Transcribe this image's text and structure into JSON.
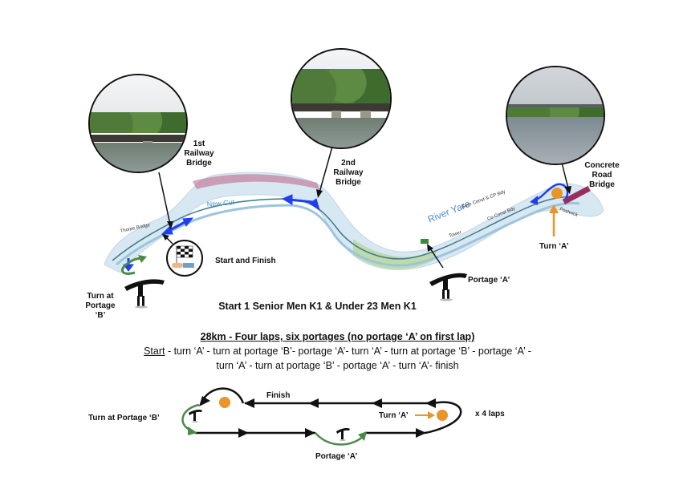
{
  "map": {
    "labels": {
      "railway1": [
        "1st",
        "Railway",
        "Bridge"
      ],
      "railway2": [
        "2nd",
        "Railway",
        "Bridge"
      ],
      "road_bridge": [
        "Concrete",
        "Road",
        "Bridge"
      ],
      "start_finish": "Start and Finish",
      "turn_a": "Turn ‘A’",
      "portage_a": "Portage ‘A’",
      "turn_portage_b": [
        "Turn at",
        "Portage",
        "‘B’"
      ],
      "river_name": "River Yare",
      "map_text": [
        "New Cut",
        "Boro Const & CP Bdy",
        "Co Const Bdy",
        "Tower",
        "Postwick",
        "Thorpe Bridge"
      ]
    },
    "photos": [
      "1st Railway Bridge photo",
      "2nd Railway Bridge photo",
      "Concrete Road Bridge photo"
    ]
  },
  "race": {
    "start": "Start 1 Senior Men K1 & Under 23 Men K1",
    "heading": "28km - Four laps, six portages (no portage ‘A’ on first lap)",
    "sequence_first_word": "Start",
    "sequence_line1_rest": " - turn ‘A’ - turn at portage ‘B’- portage ‘A’- turn ‘A’ - turn at portage ‘B’ - portage ‘A’ -",
    "sequence_line2": "turn ‘A’ - turn at portage ‘B’ - portage ‘A’ - turn ‘A’- finish"
  },
  "lap_diagram": {
    "finish": "Finish",
    "turn_a": "Turn ‘A’",
    "turn_portage_b": "Turn at Portage ‘B’",
    "portage_a": "Portage ‘A’",
    "laps": "x 4 laps"
  },
  "colors": {
    "direction_arrow": "#1f3ff0",
    "portage_arrow": "#4a8a4a",
    "turn_marker": "#e8962a",
    "river": "#cfe3f2",
    "railway": "#b2507a",
    "road_bridge": "#9c2c5c"
  }
}
